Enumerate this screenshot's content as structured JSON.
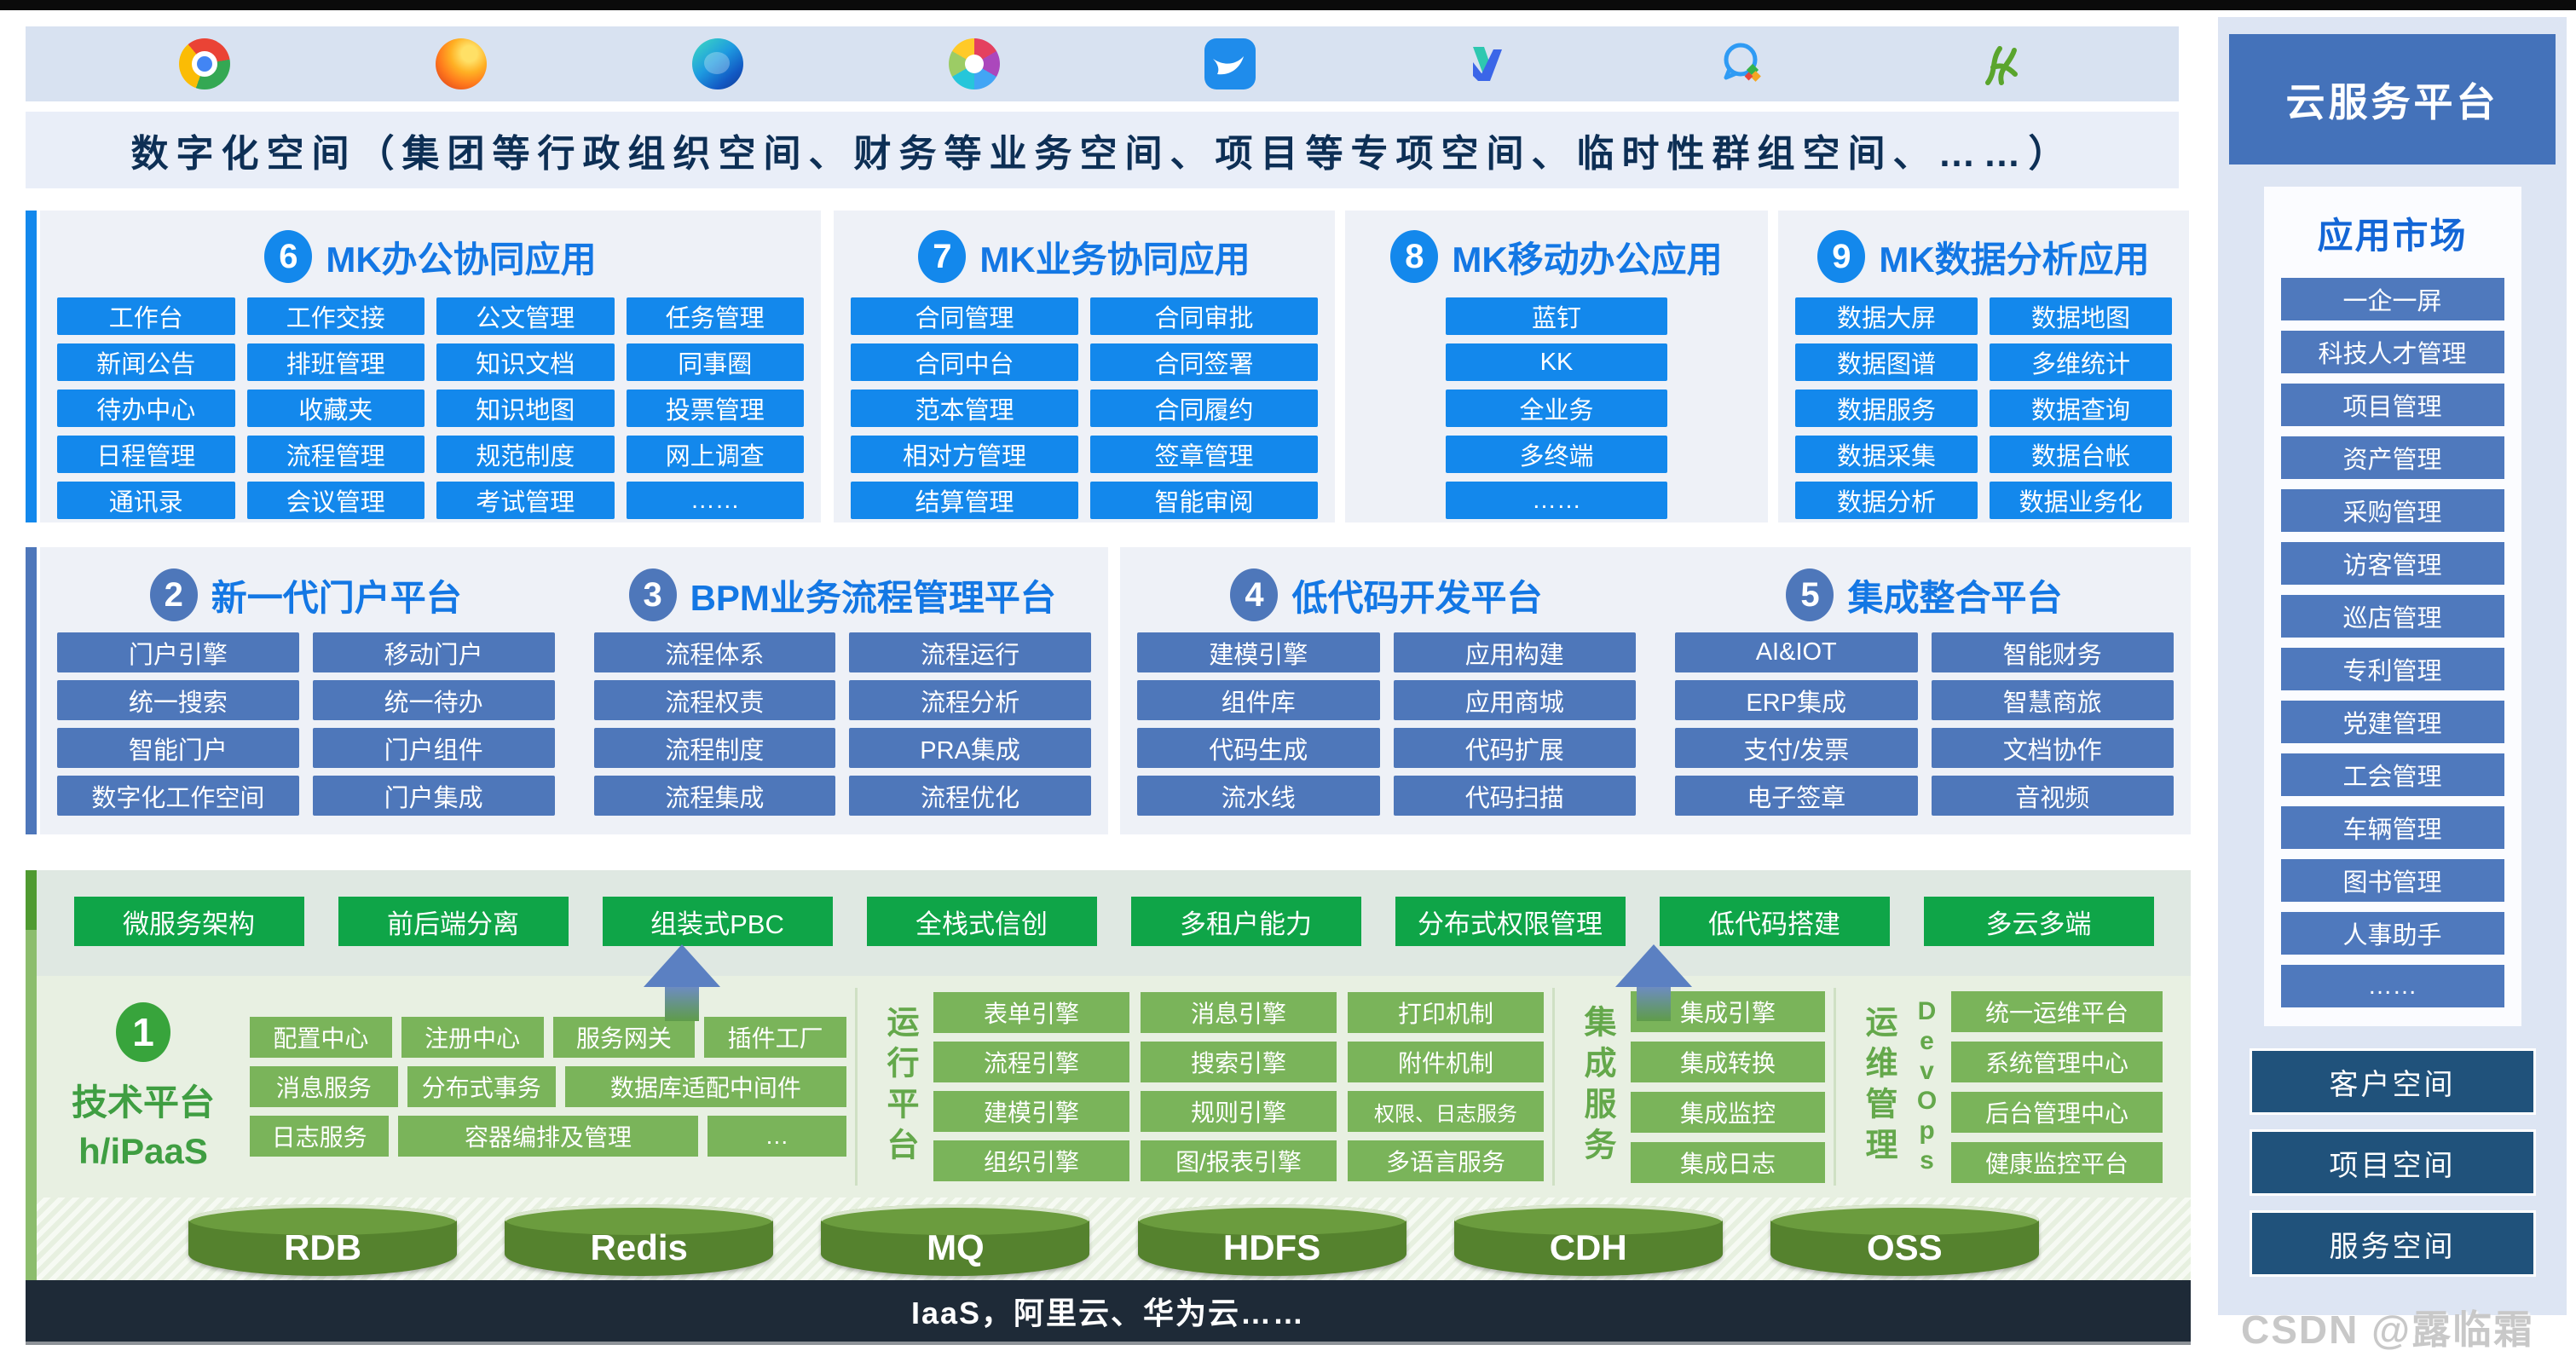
{
  "top": {
    "icons": [
      "chrome",
      "firefox",
      "edge",
      "pinwheel-browser",
      "dingtalk",
      "v-mark-app",
      "qq",
      "sprout-app"
    ],
    "banner": "数字化空间（集团等行政组织空间、财务等业务空间、项目等专项空间、临时性群组空间、……）"
  },
  "app_sections": [
    {
      "num": "6",
      "title": "MK办公协同应用",
      "items": [
        "工作台",
        "工作交接",
        "公文管理",
        "任务管理",
        "新闻公告",
        "排班管理",
        "知识文档",
        "同事圈",
        "待办中心",
        "收藏夹",
        "知识地图",
        "投票管理",
        "日程管理",
        "流程管理",
        "规范制度",
        "网上调查",
        "通讯录",
        "会议管理",
        "考试管理",
        "……"
      ]
    },
    {
      "num": "7",
      "title": "MK业务协同应用",
      "items": [
        "合同管理",
        "合同审批",
        "合同中台",
        "合同签署",
        "范本管理",
        "合同履约",
        "相对方管理",
        "签章管理",
        "结算管理",
        "智能审阅"
      ]
    },
    {
      "num": "8",
      "title": "MK移动办公应用",
      "items": [
        "蓝钉",
        "KK",
        "全业务",
        "多终端",
        "……"
      ]
    },
    {
      "num": "9",
      "title": "MK数据分析应用",
      "items": [
        "数据大屏",
        "数据地图",
        "数据图谱",
        "多维统计",
        "数据服务",
        "数据查询",
        "数据采集",
        "数据台帐",
        "数据分析",
        "数据业务化"
      ]
    }
  ],
  "platform_sections": [
    {
      "num": "2",
      "title": "新一代门户平台",
      "items": [
        "门户引擎",
        "移动门户",
        "统一搜索",
        "统一待办",
        "智能门户",
        "门户组件",
        "数字化工作空间",
        "门户集成"
      ]
    },
    {
      "num": "3",
      "title": "BPM业务流程管理平台",
      "items": [
        "流程体系",
        "流程运行",
        "流程权责",
        "流程分析",
        "流程制度",
        "PRA集成",
        "流程集成",
        "流程优化"
      ]
    },
    {
      "num": "4",
      "title": "低代码开发平台",
      "items": [
        "建模引擎",
        "应用构建",
        "组件库",
        "应用商城",
        "代码生成",
        "代码扩展",
        "流水线",
        "代码扫描"
      ]
    },
    {
      "num": "5",
      "title": "集成整合平台",
      "items": [
        "AI&IOT",
        "智能财务",
        "ERP集成",
        "智慧商旅",
        "支付/发票",
        "文档协作",
        "电子签章",
        "音视频"
      ]
    }
  ],
  "tech": {
    "capabilities": [
      "微服务架构",
      "前后端分离",
      "组装式PBC",
      "全栈式信创",
      "多租户能力",
      "分布式权限管理",
      "低代码搭建",
      "多云多端"
    ],
    "num": "1",
    "label1": "技术平台",
    "label2": "h/iPaaS",
    "ipaas_rows": [
      [
        "配置中心",
        "注册中心",
        "服务网关",
        "插件工厂"
      ],
      [
        "消息服务",
        "分布式事务",
        "数据库适配中间件"
      ],
      [
        "日志服务",
        "容器编排及管理",
        "…"
      ]
    ],
    "runtime": {
      "label": "运行平台",
      "items": [
        "表单引擎",
        "消息引擎",
        "打印机制",
        "流程引擎",
        "搜索引擎",
        "附件机制",
        "建模引擎",
        "规则引擎",
        "权限、日志服务",
        "组织引擎",
        "图/报表引擎",
        "多语言服务"
      ]
    },
    "integration": {
      "label": "集成服务",
      "items": [
        "集成引擎",
        "集成转换",
        "集成监控",
        "集成日志"
      ]
    },
    "devops": {
      "label": "运维管理",
      "sublabel": "DevOps",
      "items": [
        "统一运维平台",
        "系统管理中心",
        "后台管理中心",
        "健康监控平台"
      ]
    },
    "storage": [
      "RDB",
      "Redis",
      "MQ",
      "HDFS",
      "CDH",
      "OSS"
    ],
    "iaas": "IaaS，阿里云、华为云……"
  },
  "sidebar": {
    "header": "云服务平台",
    "market_title": "应用市场",
    "market_items": [
      "一企一屏",
      "科技人才管理",
      "项目管理",
      "资产管理",
      "采购管理",
      "访客管理",
      "巡店管理",
      "专利管理",
      "党建管理",
      "工会管理",
      "车辆管理",
      "图书管理",
      "人事助手",
      "……"
    ],
    "spaces": [
      "客户空间",
      "项目空间",
      "服务空间"
    ]
  },
  "watermark": "CSDN @露临霜",
  "colors": {
    "bright_blue": "#1388ec",
    "steel_blue": "#4e77ba",
    "title_blue": "#1377e4",
    "banner_navy": "#0d2f55",
    "bright_green": "#0fa548",
    "leaf_green": "#7ab45a",
    "tech_green": "#3f9e42",
    "cylinder_green": "#55822e",
    "space_navy": "#20527b",
    "iaas_bar": "#1e2a37",
    "sidebar_header": "#4472ba"
  }
}
